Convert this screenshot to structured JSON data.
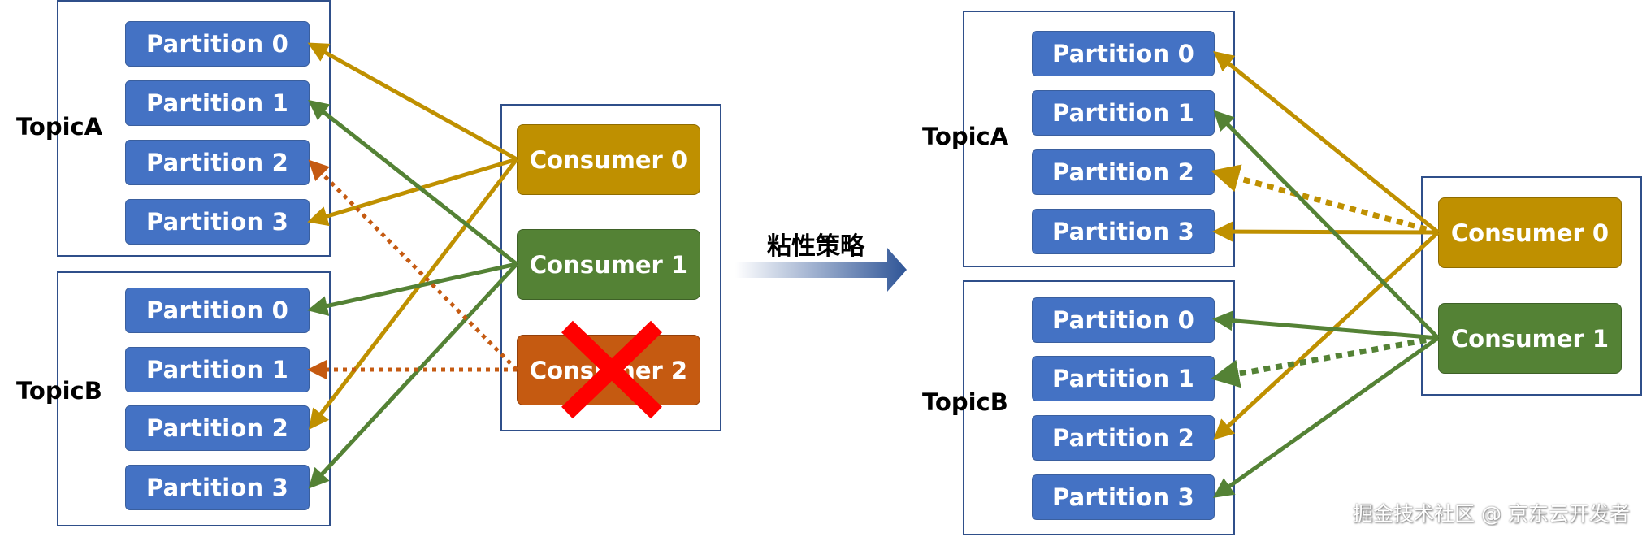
{
  "left": {
    "topicA": {
      "label": "TopicA",
      "partitions": [
        "Partition 0",
        "Partition 1",
        "Partition 2",
        "Partition 3"
      ]
    },
    "topicB": {
      "label": "TopicB",
      "partitions": [
        "Partition 0",
        "Partition 1",
        "Partition 2",
        "Partition 3"
      ]
    },
    "consumers": [
      "Consumer 0",
      "Consumer 1",
      "Consumer 2"
    ]
  },
  "middle": {
    "label": "粘性策略"
  },
  "right": {
    "topicA": {
      "label": "TopicA",
      "partitions": [
        "Partition 0",
        "Partition 1",
        "Partition 2",
        "Partition 3"
      ]
    },
    "topicB": {
      "label": "TopicB",
      "partitions": [
        "Partition 0",
        "Partition 1",
        "Partition 2",
        "Partition 3"
      ]
    },
    "consumers": [
      "Consumer 0",
      "Consumer 1"
    ]
  },
  "watermark": "掘金技术社区 @ 京东云开发者",
  "colors": {
    "partition": "#4472c4",
    "consumer0": "#bf9000",
    "consumer1": "#548235",
    "consumer2": "#c55a11",
    "cross": "#ff0000",
    "border": "#2f4f8a"
  }
}
